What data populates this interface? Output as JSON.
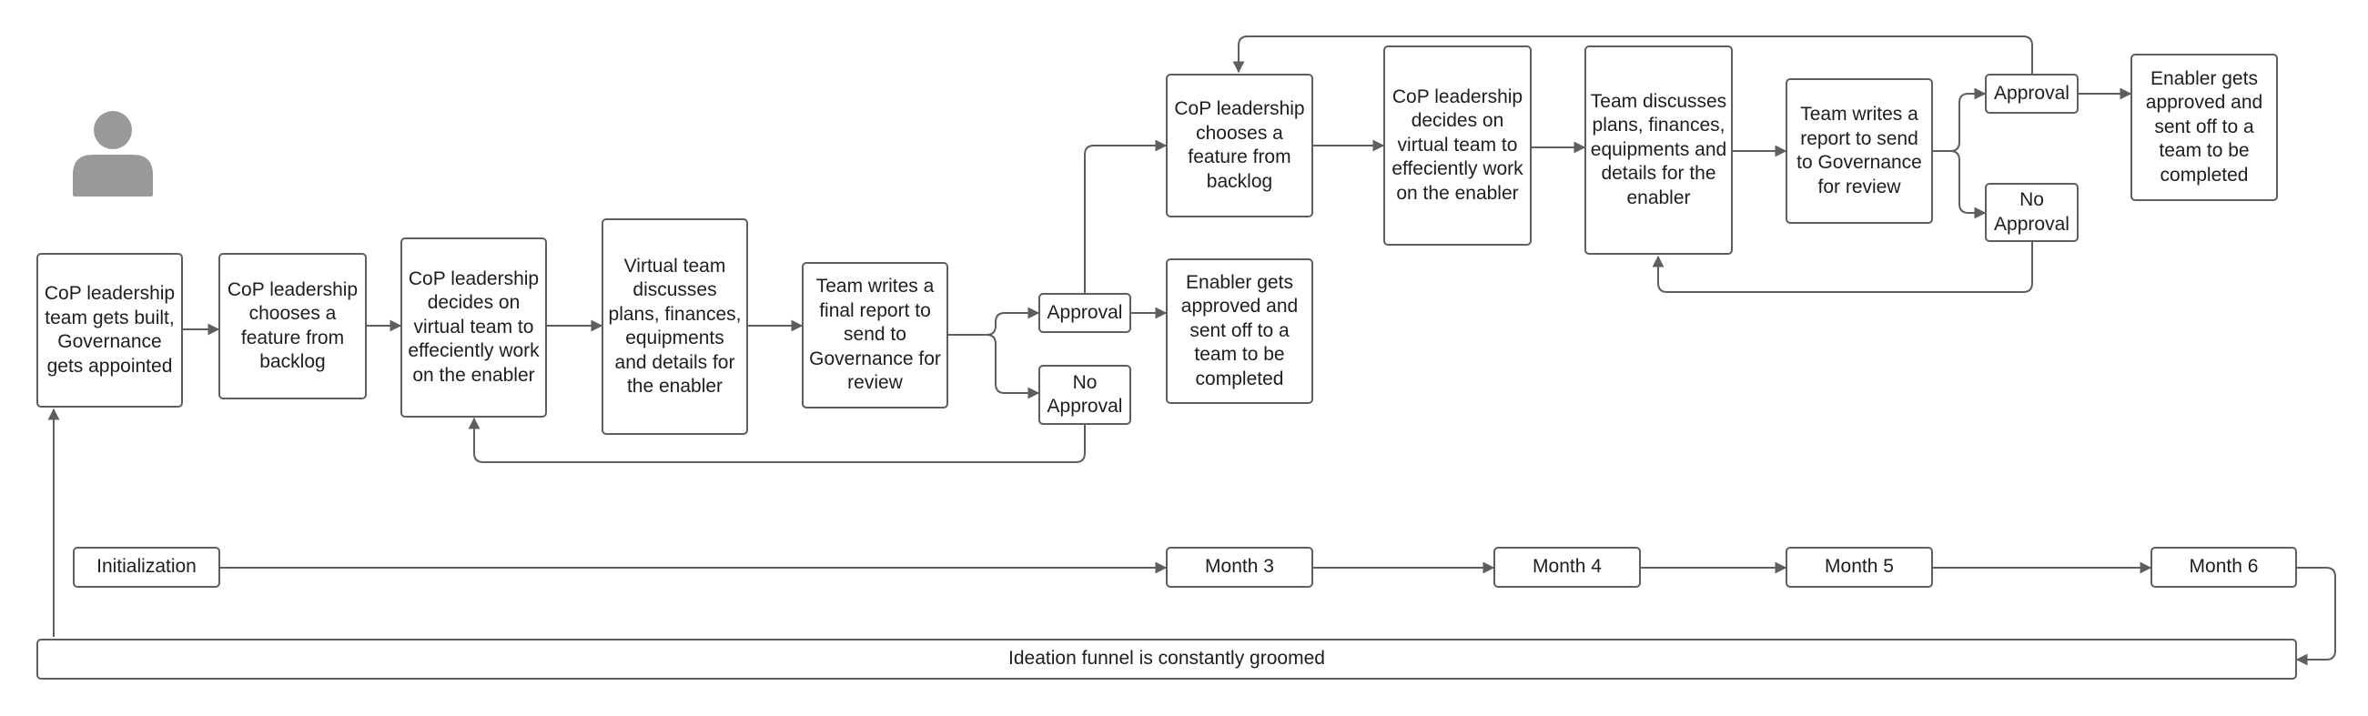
{
  "diagram": {
    "nodes": {
      "team_built": "CoP leadership team gets built, Governance gets appointed",
      "choose_feature_1": "CoP leadership chooses a feature from backlog",
      "decide_team_1": "CoP leadership decides on virtual team to effeciently work on the enabler",
      "discuss_1": "Virtual team discusses plans, finances, equipments and details for the enabler",
      "report_1": "Team writes a final report to send to Governance for review",
      "approval_1": "Approval",
      "no_approval_1": "No Approval",
      "enabler_1": "Enabler gets approved and sent off to a team to be completed",
      "choose_feature_2": "CoP leadership chooses a feature from backlog",
      "decide_team_2": "CoP leadership decides on virtual team to effeciently work on the enabler",
      "discuss_2": "Team discusses plans, finances, equipments and details for the enabler",
      "report_2": "Team writes a report to send to Governance for review",
      "approval_2": "Approval",
      "no_approval_2": "No Approval",
      "enabler_2": "Enabler gets approved and sent off to a team to be completed",
      "initialization": "Initialization",
      "month_3": "Month 3",
      "month_4": "Month 4",
      "month_5": "Month 5",
      "month_6": "Month 6",
      "ideation": "Ideation funnel is constantly groomed"
    },
    "icons": {
      "user": "user-icon"
    },
    "colors": {
      "stroke": "#5e5e5e",
      "text": "#1e1e1e",
      "icon": "#999999"
    }
  }
}
